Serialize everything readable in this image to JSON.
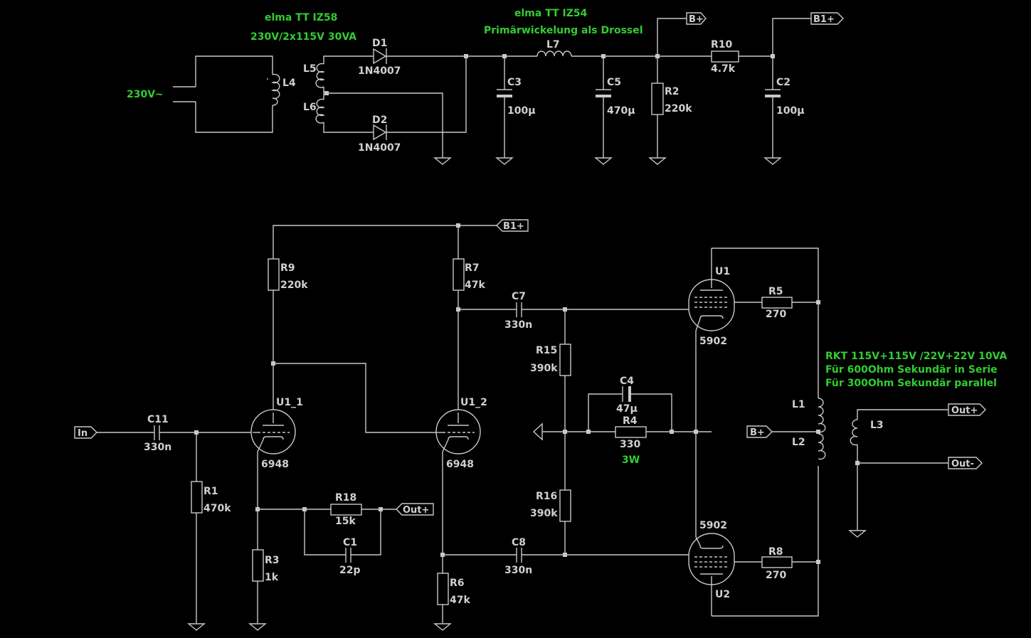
{
  "notes": {
    "xfmr_title": "elma TT IZ58",
    "xfmr_rating": "230V/2x115V 30VA",
    "mains": "230V~",
    "choke_title": "elma TT IZ54",
    "choke_desc": "Primärwickelung als Drossel",
    "out_xfmr_1": "RKT 115V+115V /22V+22V 10VA",
    "out_xfmr_2": "Für 600Ohm Sekundär in Serie",
    "out_xfmr_3": "Für 300Ohm Sekundär parallel",
    "r4_power": "3W"
  },
  "components": {
    "L4": "L4",
    "L5": "L5",
    "L6": "L6",
    "L7": "L7",
    "D1": "D1",
    "D1v": "1N4007",
    "D2": "D2",
    "D2v": "1N4007",
    "C3": "C3",
    "C3v": "100µ",
    "C5": "C5",
    "C5v": "470µ",
    "R2": "R2",
    "R2v": "220k",
    "R10": "R10",
    "R10v": "4.7k",
    "C2": "C2",
    "C2v": "100µ",
    "R9": "R9",
    "R9v": "220k",
    "R7": "R7",
    "R7v": "47k",
    "C7": "C7",
    "C7v": "330n",
    "C8": "C8",
    "C8v": "330n",
    "C11": "C11",
    "C11v": "330n",
    "R1": "R1",
    "R1v": "470k",
    "R3": "R3",
    "R3v": "1k",
    "R6": "R6",
    "R6v": "47k",
    "R18": "R18",
    "R18v": "15k",
    "C1": "C1",
    "C1v": "22p",
    "R15": "R15",
    "R15v": "390k",
    "R16": "R16",
    "R16v": "390k",
    "C4": "C4",
    "C4v": "47µ",
    "R4": "R4",
    "R4v": "330",
    "R5": "R5",
    "R5v": "270",
    "R8": "R8",
    "R8v": "270",
    "U1_1": "U1_1",
    "U1_1v": "6948",
    "U1_2": "U1_2",
    "U1_2v": "6948",
    "U1": "U1",
    "U1v": "5902",
    "U2": "U2",
    "U2v": "5902",
    "L1": "L1",
    "L2": "L2",
    "L3": "L3"
  },
  "ports": {
    "b_plus_top": "B+",
    "b1_plus_top": "B1+",
    "b1_plus_mid": "B1+",
    "b_plus_out": "B+",
    "in": "In",
    "out_plus_left": "Out+",
    "out_plus_right": "Out+",
    "out_minus_right": "Out-"
  },
  "colors": {
    "background": "#000000",
    "wire": "#c8c8c8",
    "note": "#33cc33"
  }
}
